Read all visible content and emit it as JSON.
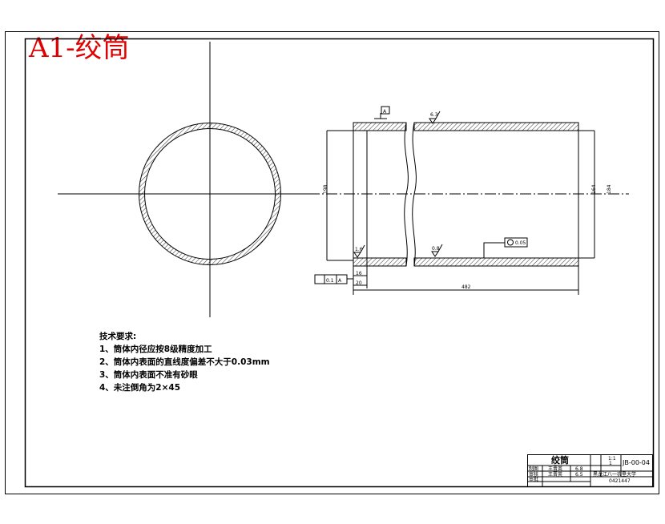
{
  "title": "A1-绞筒",
  "notes": {
    "heading": "技术要求:",
    "items": [
      "1、筒体内径应按8级精度加工",
      "2、筒体内表面的直线度偏差不大于0.03mm",
      "3、筒体内表面不准有砂眼",
      "4、未注倒角为2×45"
    ]
  },
  "dims": {
    "overall_length": "482",
    "left_dia": "198",
    "inner_dia": "164",
    "outer_dia": "184",
    "flange_inner": "16",
    "flange_width": "20",
    "rough_top": "6.3",
    "rough_left": "1.6",
    "rough_bottom": "0.8",
    "circularity": "0.05",
    "perp_tol": "0.1",
    "perp_datum": "A",
    "datum": "A"
  },
  "title_block": {
    "part_name": "绞筒",
    "drawing_no": "JB-00-04",
    "scale": "1:1",
    "qty": "1",
    "row1": [
      "制图",
      "王晋英",
      "6.8"
    ],
    "row2": [
      "审核",
      "王晋英",
      "6.5"
    ],
    "row3": [
      "审批"
    ],
    "school": "黑龙江八一农垦大学",
    "class_id": "0421447"
  }
}
